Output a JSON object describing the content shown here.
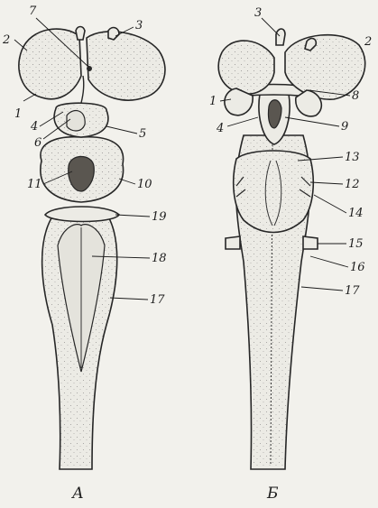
{
  "figure": {
    "panels": [
      {
        "caption": "А",
        "labels": [
          "7",
          "3",
          "2",
          "1",
          "4",
          "6",
          "5",
          "11",
          "10",
          "19",
          "18",
          "17"
        ]
      },
      {
        "caption": "Б",
        "labels": [
          "3",
          "2",
          "1",
          "8",
          "4",
          "9",
          "13",
          "12",
          "14",
          "15",
          "16",
          "17"
        ]
      }
    ]
  }
}
